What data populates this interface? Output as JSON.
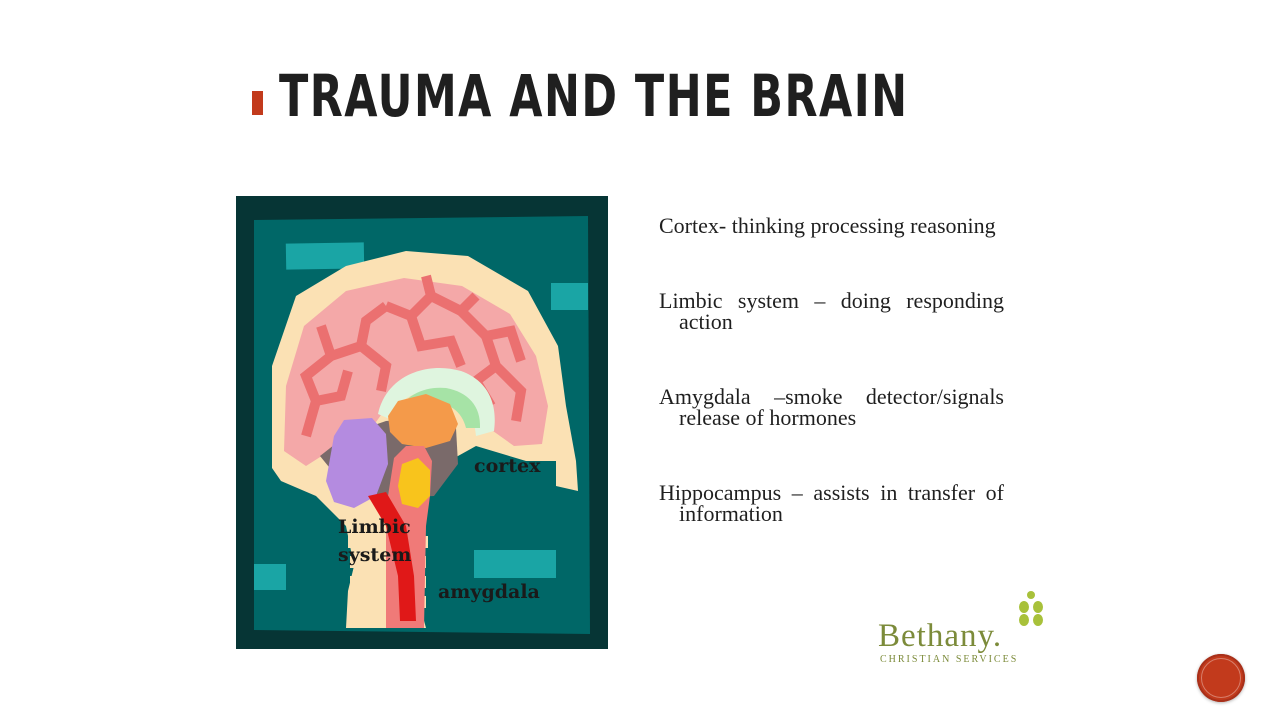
{
  "slide": {
    "title": "Trauma and the Brain"
  },
  "illustration": {
    "labels": {
      "cortex": "cortex",
      "limbic_system": "Limbic system",
      "amygdala": "amygdala"
    },
    "colors": {
      "frame": "#063535",
      "background": "#006767",
      "skull": "#fbe1b4",
      "cortex": "#f4a8a8",
      "folds": "#eb7070",
      "limbic": "#b48be0",
      "amygdala": "#f8c41c",
      "thalamus": "#f49a4a",
      "brainstem": "#f07a78",
      "spinal_red": "#e01818"
    }
  },
  "bullets": [
    "Cortex- thinking processing reasoning",
    "Limbic system – doing responding action",
    "Amygdala –smoke detector/signals release of hormones",
    "Hippocampus – assists in transfer of information"
  ],
  "logo": {
    "name": "Bethany.",
    "tagline": "CHRISTIAN SERVICES",
    "color": "#7c8b3a"
  },
  "accent_color": "#c23a1c"
}
